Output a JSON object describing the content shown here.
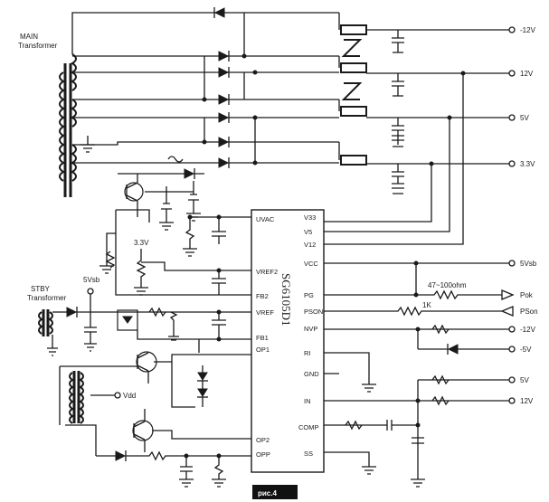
{
  "labels": {
    "main_transformer": [
      "MAIN",
      "Transformer"
    ],
    "stby_transformer": [
      "STBY",
      "Transformer"
    ],
    "v5sb_top": "5Vsb",
    "v33_small": "3.3V",
    "vdd": "Vdd",
    "res_47": "47~100ohm",
    "res_1k": "1K",
    "chip": "SG6105D1",
    "caption": "рис.4"
  },
  "chip_pins": {
    "left": [
      "UVAC",
      "VREF2",
      "FB2",
      "VREF",
      "FB1",
      "OP1",
      "OP2",
      "OPP"
    ],
    "right": [
      "V33",
      "V5",
      "V12",
      "VCC",
      "PG",
      "PSON",
      "NVP",
      "RI",
      "GND",
      "IN",
      "COMP",
      "SS"
    ]
  },
  "outputs": {
    "main": [
      "-12V",
      "12V",
      "5V",
      "3.3V"
    ],
    "right": [
      "5Vsb",
      "Pok",
      "PSon",
      "-12V",
      "-5V",
      "5V",
      "12V"
    ]
  }
}
